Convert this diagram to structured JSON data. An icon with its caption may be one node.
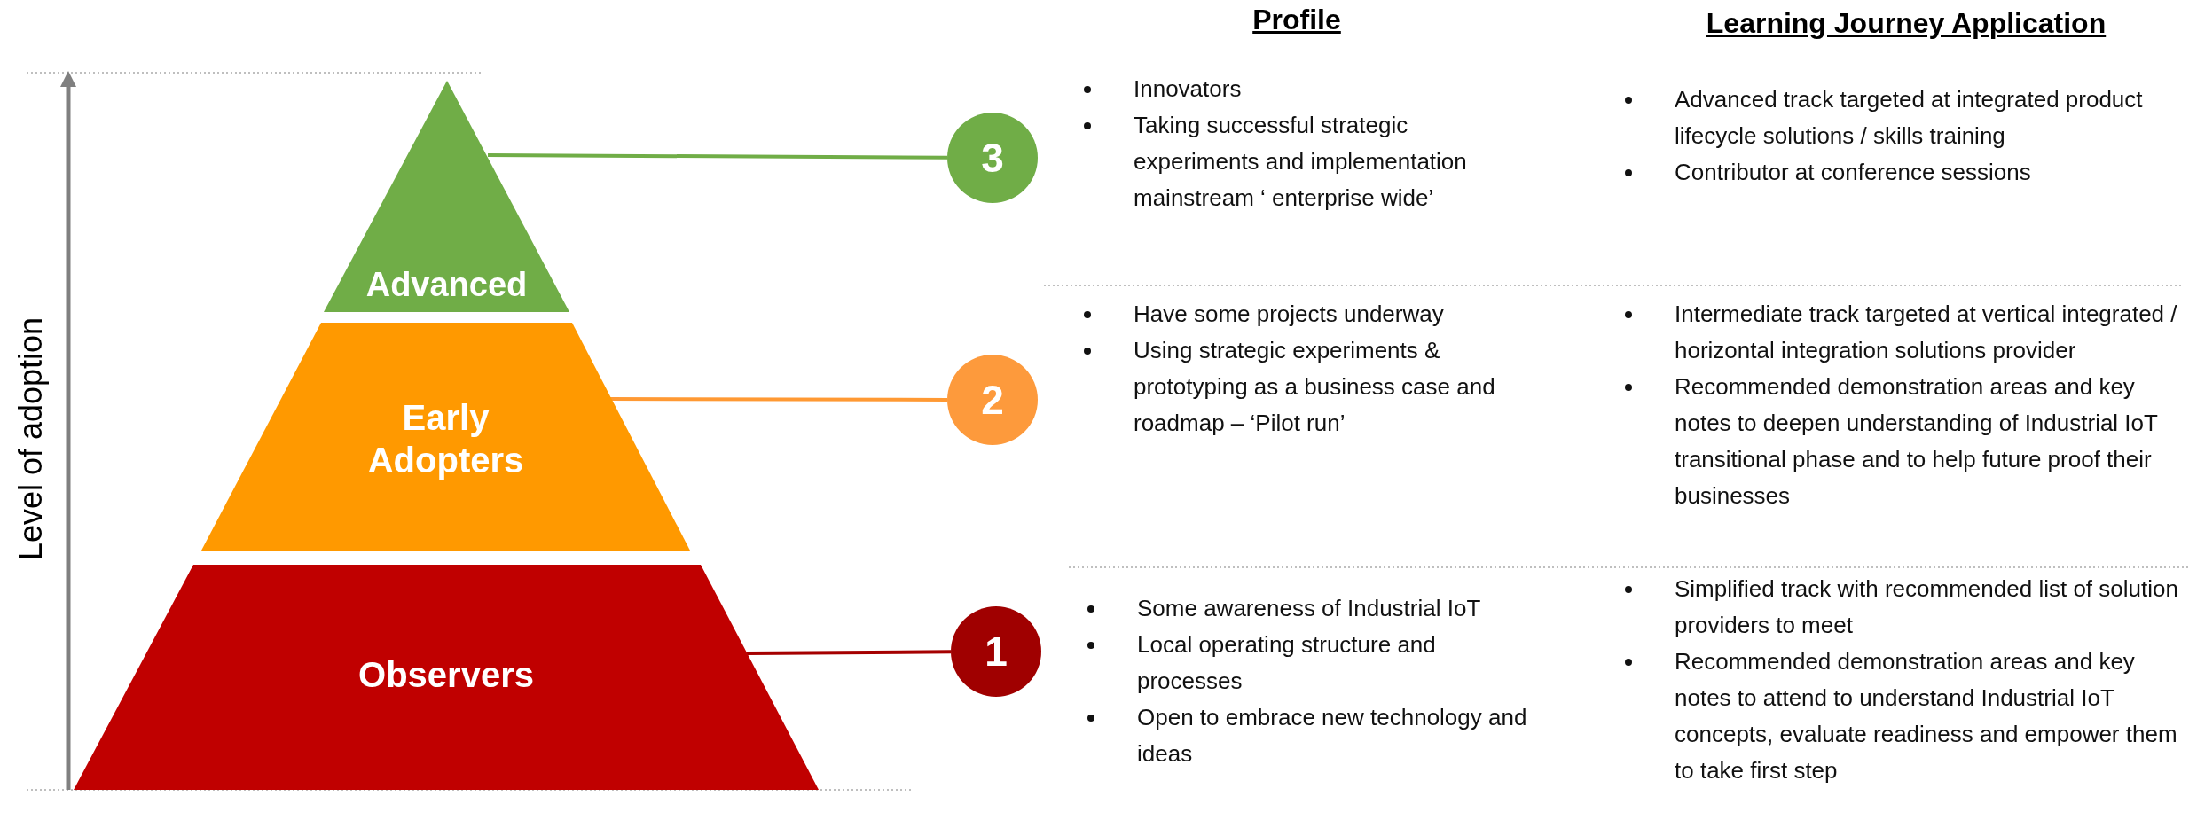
{
  "diagram": {
    "nodes": [
      {
        "text": [
          "Advanced"
        ]
      },
      {
        "text": [
          "Early Adopters"
        ]
      },
      {
        "text": [
          "Observers"
        ]
      },
      {
        "text": [
          "3"
        ]
      },
      {
        "text": [
          "2"
        ]
      },
      {
        "text": [
          "1"
        ]
      }
    ],
    "edges": [
      {
        "from": 0,
        "to": 3,
        "arrow": "none",
        "color": "#70ad47"
      },
      {
        "from": 1,
        "to": 4,
        "arrow": "none",
        "color": "#ff9933"
      },
      {
        "from": 2,
        "to": 5,
        "arrow": "none",
        "color": "#a50000"
      }
    ],
    "labels": [
      "Level of adoption",
      "Profile",
      "Learning Journey Application",
      "Innovators",
      "Taking successful strategic experiments and implementation mainstream ‘ enterprise wide’",
      "Advanced track targeted at integrated product lifecycle solutions / skills training",
      "Contributor at conference sessions",
      "Have some projects underway",
      "Using strategic experiments & prototyping as a business case and roadmap – ‘Pilot run’",
      "Intermediate track targeted at vertical integrated / horizontal integration solutions provider",
      "Recommended demonstration areas and key notes to deepen understanding of Industrial IoT transitional phase and to help future proof their businesses",
      "Some awareness of Industrial IoT",
      "Local operating structure and processes",
      "Open to embrace new technology and ideas",
      "Simplified track with recommended list of solution providers to meet",
      "Recommended demonstration areas and key notes to attend to understand Industrial IoT concepts, evaluate readiness and empower them to take first step"
    ]
  }
}
